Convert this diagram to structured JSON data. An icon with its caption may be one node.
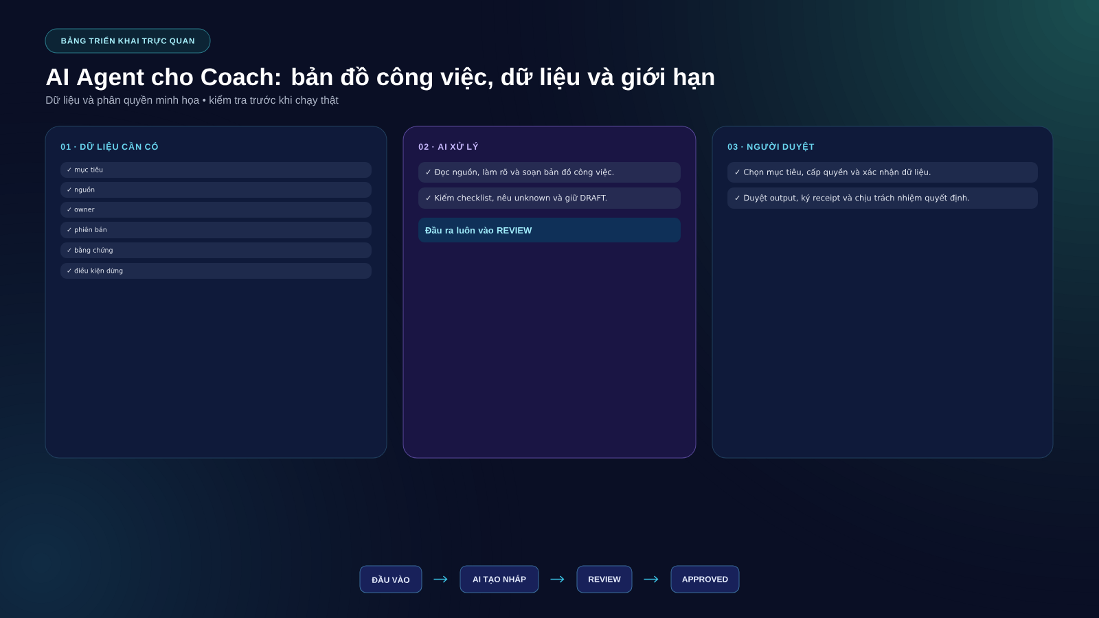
{
  "diagram": {
    "title": "AI Agent cho Coach: bản đồ công việc, dữ liệu và giới hạn",
    "nodes": [
      {
        "text": [
          "BẢNG TRIỂN KHAI TRỰC QUAN"
        ]
      },
      {
        "text": [
          "01 · DỮ LIỆU CẦN CÓ"
        ]
      },
      {
        "text": [
          "✓ mục tiêu"
        ],
        "in": 1
      },
      {
        "text": [
          "✓ nguồn"
        ],
        "in": 1
      },
      {
        "text": [
          "✓ owner"
        ],
        "in": 1
      },
      {
        "text": [
          "✓ phiên bản"
        ],
        "in": 1
      },
      {
        "text": [
          "✓ bằng chứng"
        ],
        "in": 1
      },
      {
        "text": [
          "✓ điều kiện dừng"
        ],
        "in": 1
      },
      {
        "text": [
          "02 · AI XỬ LÝ"
        ]
      },
      {
        "text": [
          "✓ Đọc nguồn, làm rõ và soạn bản đồ công việc."
        ],
        "in": 8
      },
      {
        "text": [
          "✓ Kiểm checklist, nêu unknown và giữ DRAFT."
        ],
        "in": 8
      },
      {
        "text": [
          "Đầu ra luôn vào REVIEW"
        ],
        "in": 8
      },
      {
        "text": [
          "03 · NGƯỜI DUYỆT"
        ]
      },
      {
        "text": [
          "✓ Chọn mục tiêu, cấp quyền và xác nhận dữ liệu."
        ],
        "in": 12
      },
      {
        "text": [
          "✓ Duyệt output, ký receipt và chịu trách nhiệm quyết định."
        ],
        "in": 12
      },
      {
        "text": [
          "ĐẦU VÀO"
        ]
      },
      {
        "text": [
          "AI TẠO NHÁP"
        ]
      },
      {
        "text": [
          "REVIEW"
        ]
      },
      {
        "text": [
          "APPROVED"
        ]
      }
    ],
    "edges": [
      {
        "from": 15,
        "to": 16,
        "arrow": "to"
      },
      {
        "from": 16,
        "to": 17,
        "arrow": "to"
      },
      {
        "from": 17,
        "to": 18,
        "arrow": "to"
      }
    ],
    "labels": [
      "Dữ liệu và phân quyền minh họa • kiểm tra trước khi chạy thật"
    ]
  }
}
